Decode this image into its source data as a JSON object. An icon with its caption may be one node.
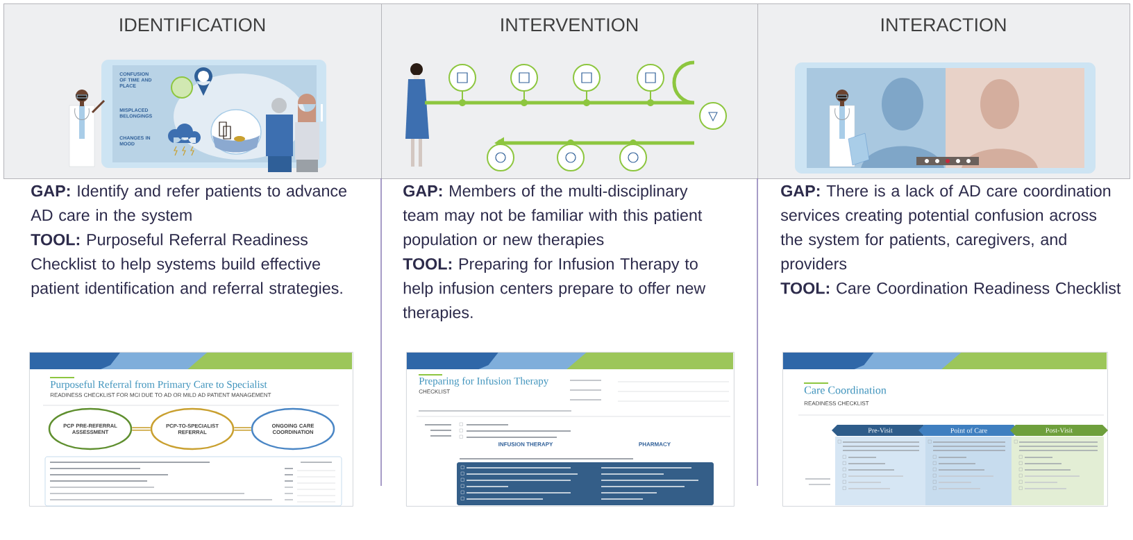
{
  "diagram": {
    "nodes": [
      {
        "text": [
          "IDENTIFICATION"
        ]
      },
      {
        "text": [
          "INTERVENTION"
        ]
      },
      {
        "text": [
          "INTERACTION"
        ]
      },
      {
        "text": [
          "Purposeful Referral from Primary Care to Specialist",
          "READINESS CHECKLIST FOR MCI DUE TO AD OR MILD AD PATIENT MANAGEMENT"
        ]
      },
      {
        "text": [
          "PCP PRE-REFERRAL ASSESSMENT"
        ],
        "in": 3
      },
      {
        "text": [
          "PCP-TO-SPECIALIST REFERRAL"
        ],
        "in": 3
      },
      {
        "text": [
          "ONGOING CARE COORDINATION"
        ],
        "in": 3
      },
      {
        "text": [
          "Preparing for Infusion Therapy",
          "CHECKLIST",
          "INFUSION THERAPY",
          "PHARMACY"
        ]
      },
      {
        "text": [
          "Care Coordination",
          "READINESS CHECKLIST"
        ]
      },
      {
        "text": [
          "Pre-Visit"
        ],
        "in": 8
      },
      {
        "text": [
          "Point of Care"
        ],
        "in": 8
      },
      {
        "text": [
          "Post-Visit"
        ],
        "in": 8
      }
    ],
    "edges": [
      {
        "from": 4,
        "to": 5,
        "arrow": "none"
      },
      {
        "from": 5,
        "to": 6,
        "arrow": "none"
      }
    ],
    "labels": [
      "CONFUSION OF TIME AND PLACE",
      "MISPLACED BELONGINGS",
      "CHANGES IN MOOD",
      "**GAP:** Identify and refer patients to advance AD care in the system",
      "**TOOL:** Purposeful Referral Readiness Checklist to help systems build effective patient identification and referral strategies.",
      "**GAP:** Members of the multi-disciplinary team may not be familiar with this patient population or new therapies",
      "**TOOL:** Preparing for Infusion Therapy to help infusion centers prepare to offer new therapies.",
      "**GAP:** There is a lack of AD care coordination services creating potential confusion across the system for patients, caregivers, and providers",
      "**TOOL:** Care Coordination Readiness Checklist"
    ]
  }
}
